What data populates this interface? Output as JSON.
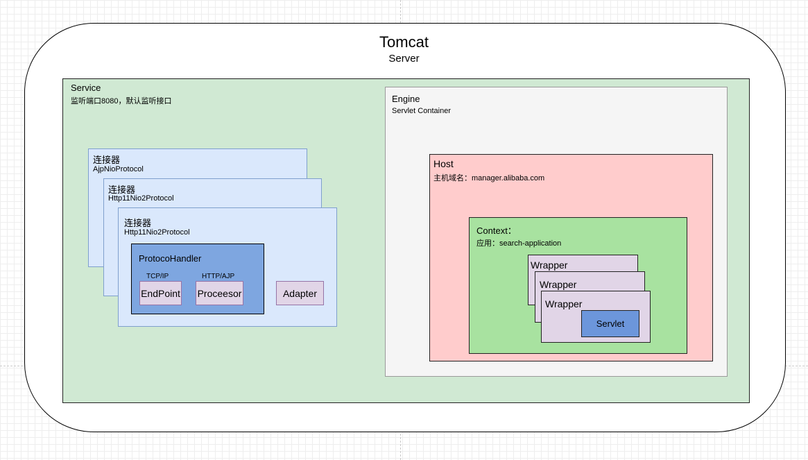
{
  "tomcat": {
    "title": "Tomcat",
    "subtitle": "Server"
  },
  "service": {
    "label": "Service",
    "desc": "监听端口8080，默认监听接口"
  },
  "connectors": [
    {
      "label": "连接器",
      "protocol": "AjpNioProtocol"
    },
    {
      "label": "连接器",
      "protocol": "Http11Nio2Protocol"
    },
    {
      "label": "连接器",
      "protocol": "Http11Nio2Protocol"
    }
  ],
  "protocol_handler": {
    "label": "ProtocoHandler",
    "endpoint": {
      "tag": "TCP/IP",
      "label": "EndPoint"
    },
    "processor": {
      "tag": "HTTP/AJP",
      "label": "Proceesor"
    }
  },
  "adapter": {
    "label": "Adapter"
  },
  "engine": {
    "label": "Engine",
    "desc": "Servlet Container"
  },
  "host": {
    "label": "Host",
    "desc": "主机域名：manager.alibaba.com"
  },
  "context": {
    "label": "Context：",
    "desc": "应用：search-application"
  },
  "wrappers": [
    {
      "label": "Wrapper"
    },
    {
      "label": "Wrapper"
    },
    {
      "label": "Wrapper"
    }
  ],
  "servlet": {
    "label": "Servlet"
  },
  "colors": {
    "service_fill": "#d0e9d3",
    "connector_fill": "#dae8fc",
    "handler_fill": "#7ea6e0",
    "component_fill": "#e1d5e7",
    "engine_fill": "#f5f5f5",
    "host_fill": "#ffcccc",
    "context_fill": "#a8e2a0",
    "servlet_fill": "#6c96db"
  }
}
